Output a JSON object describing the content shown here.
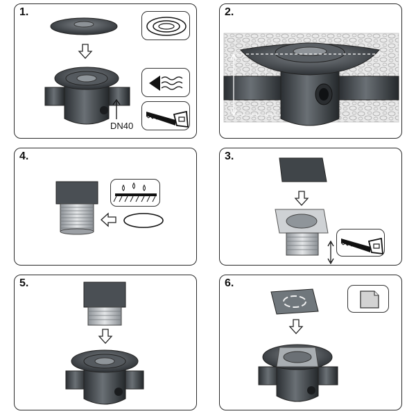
{
  "steps": [
    {
      "number": "1.",
      "caption": "DN40"
    },
    {
      "number": "2."
    },
    {
      "number": "4."
    },
    {
      "number": "3."
    },
    {
      "number": "5."
    },
    {
      "number": "6."
    }
  ],
  "icons": {
    "panel1": [
      "gasket-ring-icon",
      "water-flow-icon",
      "saw-icon"
    ],
    "panel3": [
      "saw-icon"
    ],
    "panel4": [
      "sealant-drops-icon",
      "o-ring-icon"
    ],
    "panel6": [
      "paper-sheet-icon"
    ]
  },
  "colors": {
    "part_dark": "#3c4145",
    "part_mid": "#6b7075",
    "metal": "#c8ccd0",
    "stone": "#e6e6e6"
  }
}
